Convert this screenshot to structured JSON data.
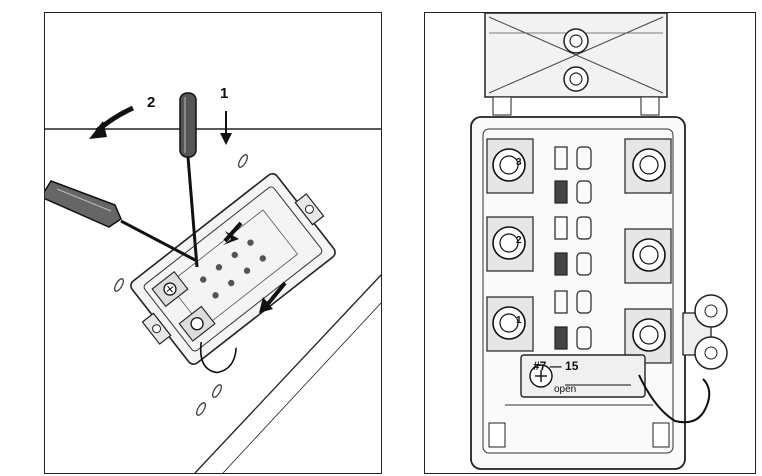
{
  "left": {
    "step1": "1",
    "step2": "2"
  },
  "right": {
    "wire_range": "#7 — 15",
    "open_label": "open",
    "terminal_numbers": [
      "3",
      "2",
      "1"
    ]
  }
}
